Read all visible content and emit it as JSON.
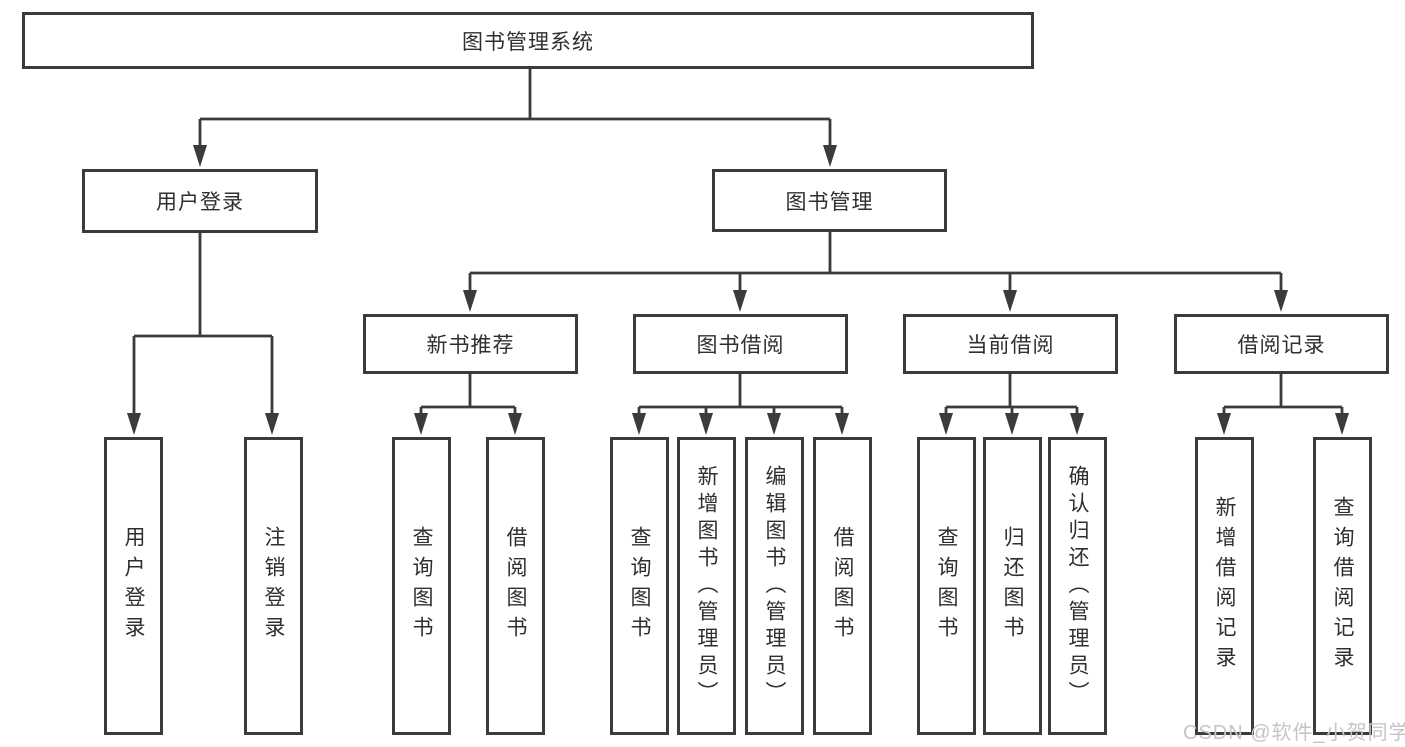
{
  "diagram_title": "图书管理系统",
  "tree": {
    "root": {
      "label": "图书管理系统",
      "children": [
        {
          "label": "用户登录",
          "children": [
            {
              "label": "用户登录"
            },
            {
              "label": "注销登录"
            }
          ]
        },
        {
          "label": "图书管理",
          "children": [
            {
              "label": "新书推荐",
              "children": [
                {
                  "label": "查询图书"
                },
                {
                  "label": "借阅图书"
                }
              ]
            },
            {
              "label": "图书借阅",
              "children": [
                {
                  "label": "查询图书"
                },
                {
                  "label": "新增图书（管理员）"
                },
                {
                  "label": "编辑图书（管理员）"
                },
                {
                  "label": "借阅图书"
                }
              ]
            },
            {
              "label": "当前借阅",
              "children": [
                {
                  "label": "查询图书"
                },
                {
                  "label": "归还图书"
                },
                {
                  "label": "确认归还（管理员）"
                }
              ]
            },
            {
              "label": "借阅记录",
              "children": [
                {
                  "label": "新增借阅记录"
                },
                {
                  "label": "查询借阅记录"
                }
              ]
            }
          ]
        }
      ]
    }
  },
  "watermark": {
    "text": "CSDN @软件_小贺同学"
  },
  "colors": {
    "background": "#ffffff",
    "box_border": "#3b3b3b",
    "connector_line": "#3b3b3b",
    "text": "#2f2f2f",
    "watermark_text": "#c7c4c7"
  }
}
